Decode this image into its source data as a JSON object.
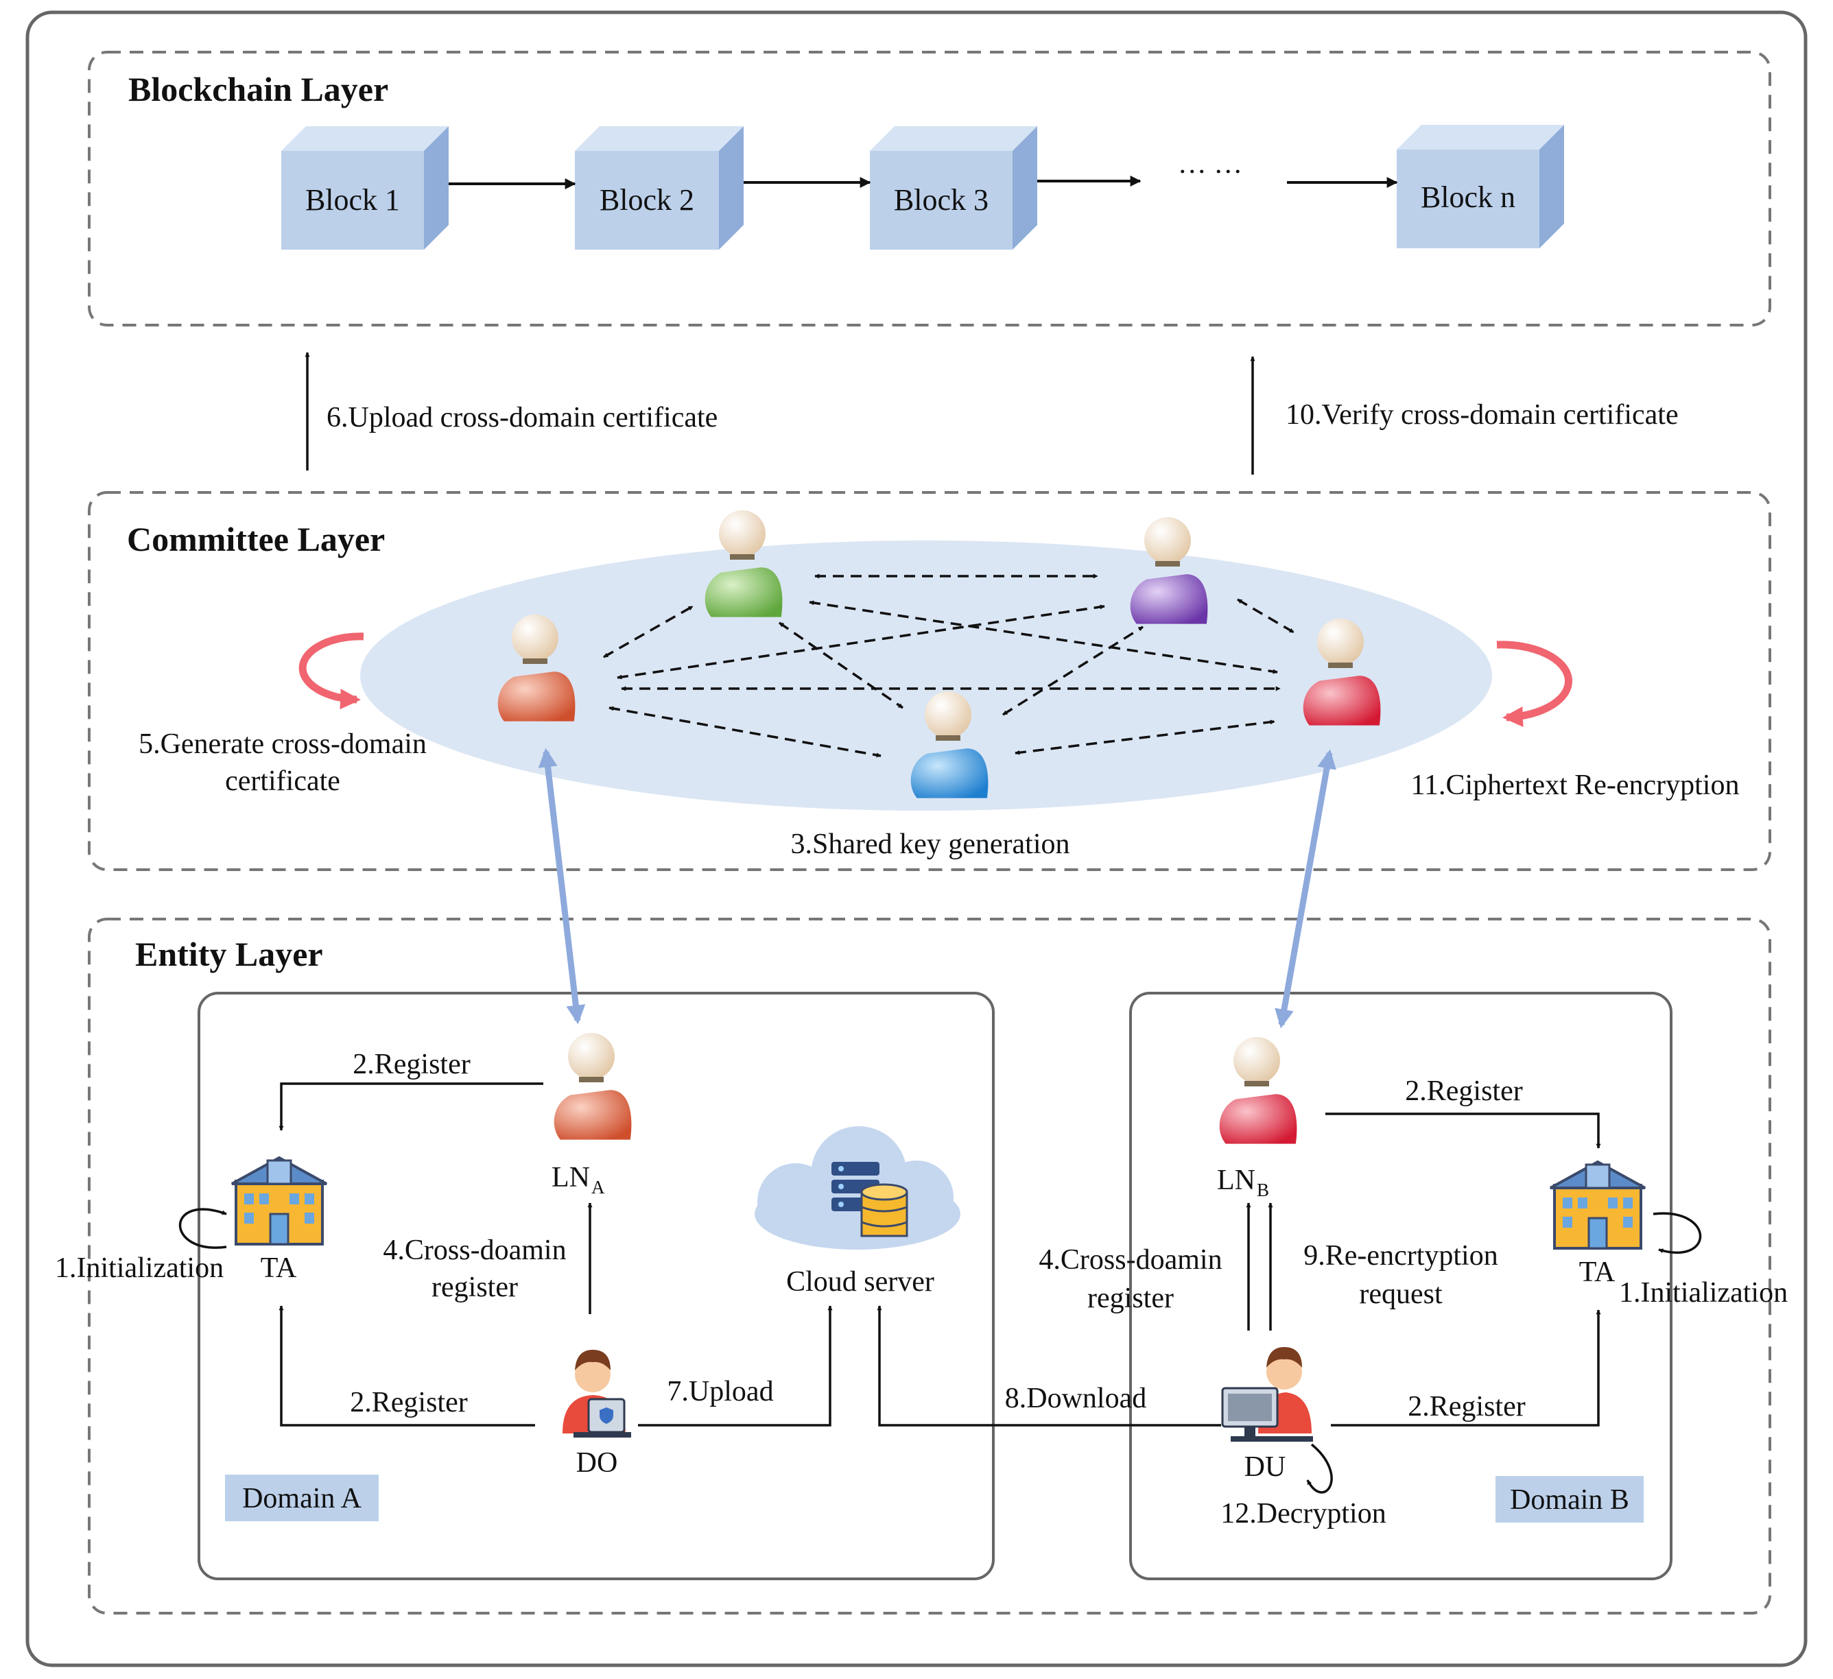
{
  "layers": {
    "blockchain": "Blockchain Layer",
    "committee": "Committee Layer",
    "entity": "Entity Layer"
  },
  "blocks": [
    "Block 1",
    "Block 2",
    "Block 3",
    "Block n"
  ],
  "ellipsis": "··· ···",
  "steps": {
    "upload_cert": "6.Upload cross-domain certificate",
    "verify_cert": "10.Verify cross-domain certificate",
    "gen_cert_line1": "5.Generate cross-domain",
    "gen_cert_line2": "certificate",
    "shared_key": "3.Shared key generation",
    "reencrypt": "11.Ciphertext Re-encryption",
    "register": "2.Register",
    "initialization": "1.Initialization",
    "cross_register_line1": "4.Cross-doamin",
    "cross_register_line2": "register",
    "upload": "7.Upload",
    "download": "8.Download",
    "reenc_request_line1": "9.Re-encrtyption",
    "reenc_request_line2": "request",
    "decryption": "12.Decryption"
  },
  "entities": {
    "ln_a": "LN",
    "ln_a_sub": "A",
    "ln_b": "LN",
    "ln_b_sub": "B",
    "ta": "TA",
    "do": "DO",
    "du": "DU",
    "cloud": "Cloud server"
  },
  "domains": {
    "a": "Domain A",
    "b": "Domain B"
  },
  "colors": {
    "block_front": "#bcd0ea",
    "block_top": "#d6e3f4",
    "block_side": "#8fadd8",
    "ellipse": "#dbe6f4",
    "loop_arrow": "#f0656f",
    "link_arrow": "#8eaadc",
    "domain_tag": "#bcd0ea",
    "node_green": "#7fbf5a",
    "node_purple": "#8a55c4",
    "node_orange": "#e8714f",
    "node_blue": "#3d9be4",
    "node_red": "#e8344a"
  },
  "icons": {
    "node": "user-node-icon",
    "ta": "building-icon",
    "cloud": "cloud-database-icon",
    "do": "laptop-user-icon",
    "du": "desktop-user-icon"
  }
}
